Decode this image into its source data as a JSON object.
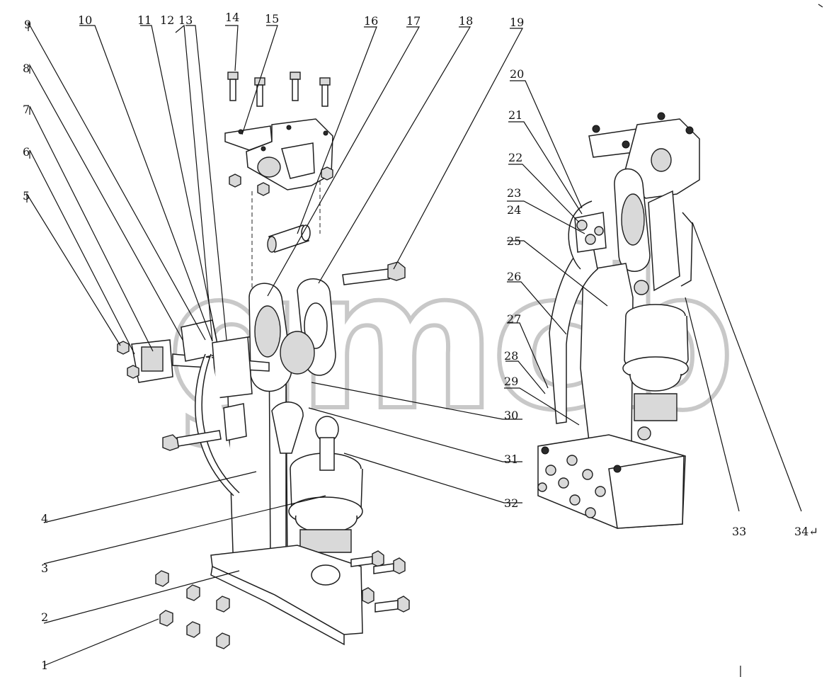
{
  "watermark": "gmcb",
  "callouts": [
    {
      "id": "1",
      "label": "1"
    },
    {
      "id": "2",
      "label": "2"
    },
    {
      "id": "3",
      "label": "3"
    },
    {
      "id": "4",
      "label": "4"
    },
    {
      "id": "5",
      "label": "5"
    },
    {
      "id": "6",
      "label": "6"
    },
    {
      "id": "7",
      "label": "7"
    },
    {
      "id": "8",
      "label": "8"
    },
    {
      "id": "9",
      "label": "9"
    },
    {
      "id": "10",
      "label": "10"
    },
    {
      "id": "11",
      "label": "11"
    },
    {
      "id": "12",
      "label": "12"
    },
    {
      "id": "13",
      "label": "13"
    },
    {
      "id": "14",
      "label": "14"
    },
    {
      "id": "15",
      "label": "15"
    },
    {
      "id": "16",
      "label": "16"
    },
    {
      "id": "17",
      "label": "17"
    },
    {
      "id": "18",
      "label": "18"
    },
    {
      "id": "19",
      "label": "19"
    },
    {
      "id": "20",
      "label": "20"
    },
    {
      "id": "21",
      "label": "21"
    },
    {
      "id": "22",
      "label": "22"
    },
    {
      "id": "23",
      "label": "23"
    },
    {
      "id": "24",
      "label": "24"
    },
    {
      "id": "25",
      "label": "25"
    },
    {
      "id": "26",
      "label": "26"
    },
    {
      "id": "27",
      "label": "27"
    },
    {
      "id": "28",
      "label": "28"
    },
    {
      "id": "29",
      "label": "29"
    },
    {
      "id": "30",
      "label": "30"
    },
    {
      "id": "31",
      "label": "31"
    },
    {
      "id": "32",
      "label": "32"
    },
    {
      "id": "33",
      "label": "33"
    },
    {
      "id": "34",
      "label": "34↵"
    }
  ]
}
